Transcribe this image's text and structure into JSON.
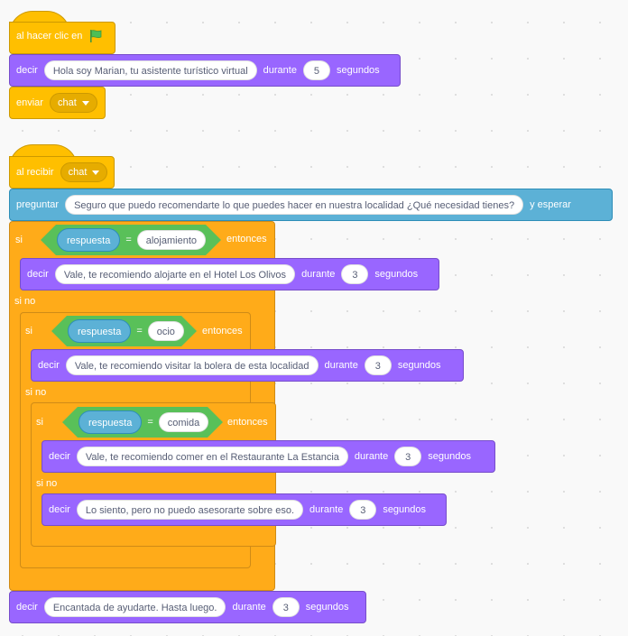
{
  "script1": {
    "hat_label": "al hacer clic en",
    "say_label": "decir",
    "say_text": "Hola soy Marian, tu asistente turístico virtual",
    "during_label": "durante",
    "seconds_value": "5",
    "seconds_label": "segundos",
    "broadcast_label": "enviar",
    "broadcast_value": "chat"
  },
  "script2": {
    "hat_label": "al recibir",
    "hat_value": "chat",
    "ask_label": "preguntar",
    "ask_text": "Seguro que puedo recomendarte lo que puedes hacer en nuestra localidad ¿Qué necesidad tienes?",
    "ask_wait_label": "y esperar",
    "if1": {
      "if_label": "si",
      "sensor": "respuesta",
      "eq": "=",
      "value": "alojamiento",
      "then_label": "entonces",
      "say_label": "decir",
      "say_text": "Vale, te recomiendo alojarte en el Hotel Los Olivos",
      "during_label": "durante",
      "seconds_value": "3",
      "seconds_label": "segundos",
      "else_label": "si no"
    },
    "if2": {
      "if_label": "si",
      "sensor": "respuesta",
      "eq": "=",
      "value": "ocio",
      "then_label": "entonces",
      "say_label": "decir",
      "say_text": "Vale, te recomiendo visitar la bolera de esta localidad",
      "during_label": "durante",
      "seconds_value": "3",
      "seconds_label": "segundos",
      "else_label": "si no"
    },
    "if3": {
      "if_label": "si",
      "sensor": "respuesta",
      "eq": "=",
      "value": "comida",
      "then_label": "entonces",
      "say_label": "decir",
      "say_text": "Vale, te recomiendo comer en el Restaurante La Estancia",
      "during_label": "durante",
      "seconds_value": "3",
      "seconds_label": "segundos",
      "else_label": "si no",
      "else_say_label": "decir",
      "else_say_text": "Lo siento, pero no puedo asesorarte sobre eso.",
      "else_during_label": "durante",
      "else_seconds_value": "3",
      "else_seconds_label": "segundos"
    },
    "final_say_label": "decir",
    "final_say_text": "Encantada de ayudarte. Hasta luego.",
    "final_during_label": "durante",
    "final_seconds_value": "3",
    "final_seconds_label": "segundos"
  },
  "icons": {
    "green_flag": "green-flag-icon",
    "dropdown": "dropdown-caret-icon"
  },
  "colors": {
    "events": "#ffbf00",
    "looks": "#9966ff",
    "sensing": "#5cb1d6",
    "control": "#ffab19",
    "operators": "#59c059"
  }
}
